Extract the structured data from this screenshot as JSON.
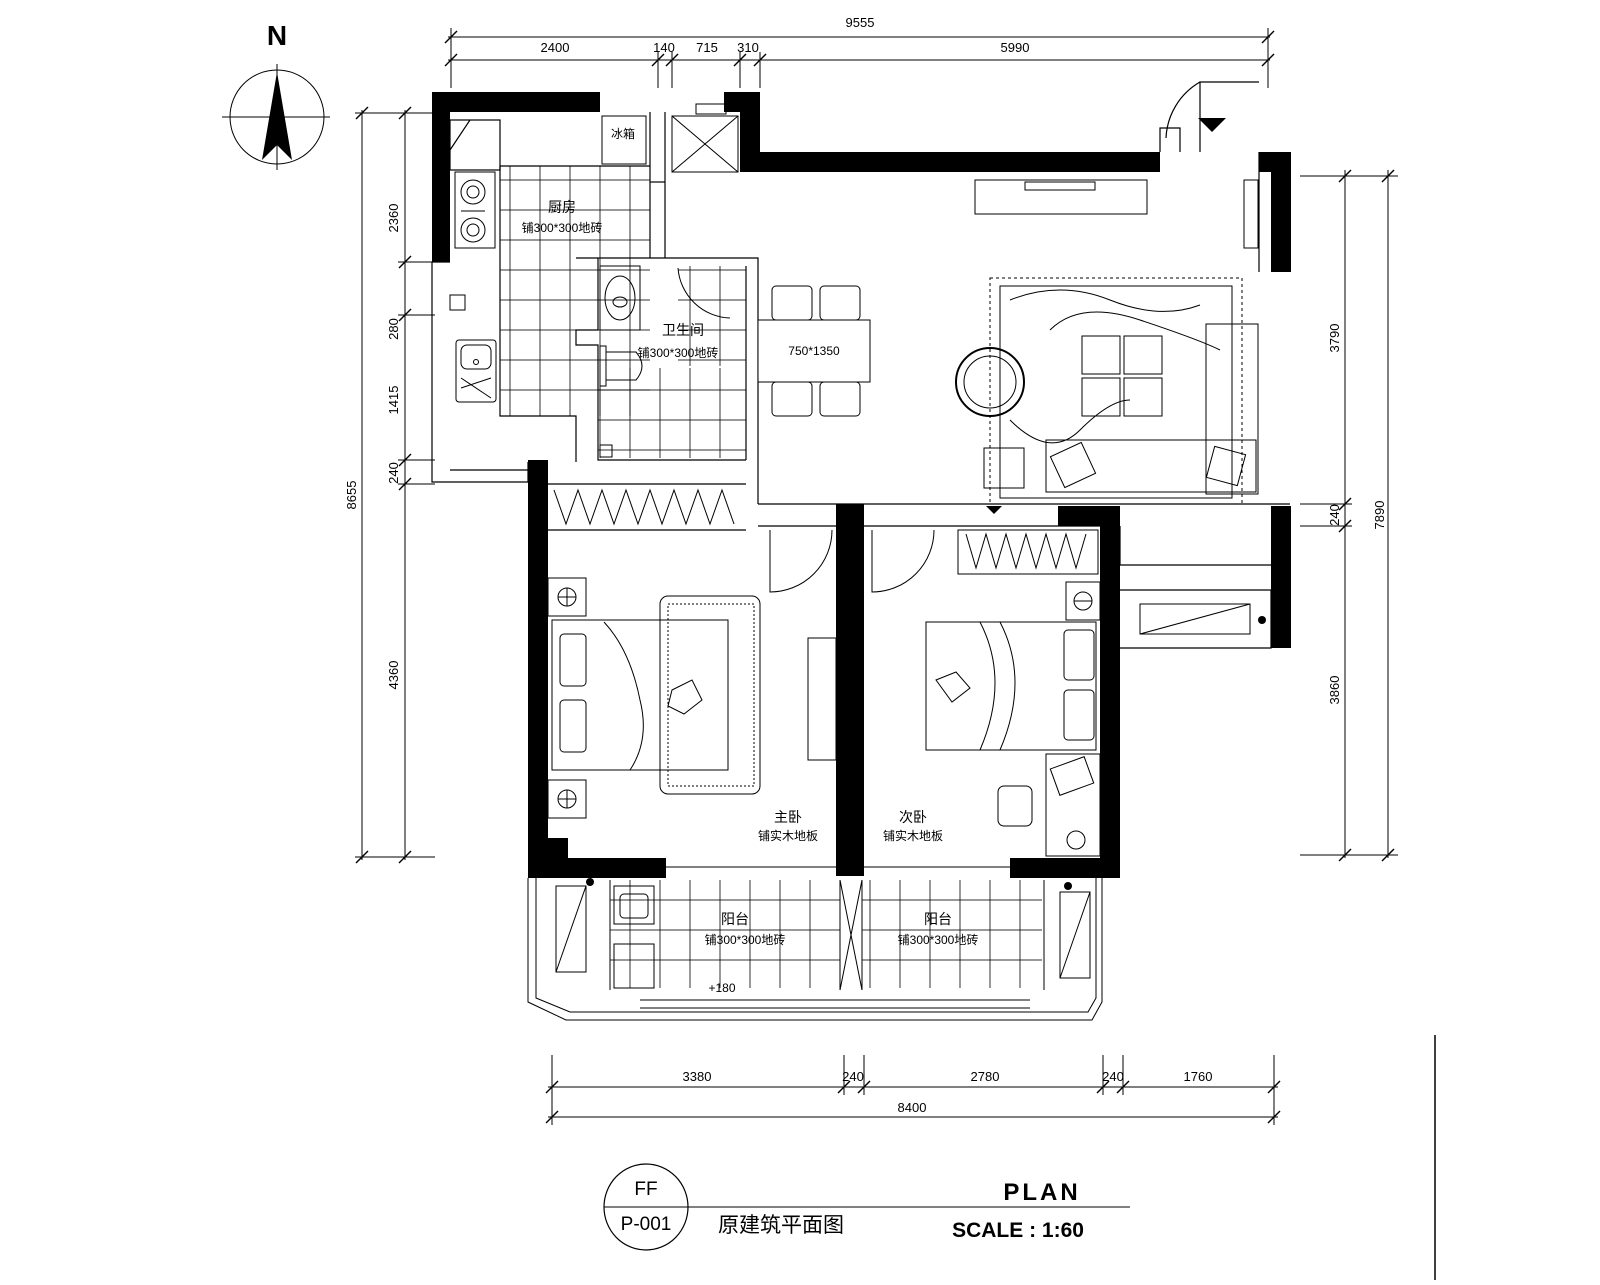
{
  "compass": {
    "north_label": "N"
  },
  "dimensions": {
    "top_total": "9555",
    "top_segments": [
      "2400",
      "140",
      "715",
      "310",
      "5990"
    ],
    "left_total": "8655",
    "left_segments": [
      "2360",
      "280",
      "1415",
      "240",
      "4360"
    ],
    "right_total": "7890",
    "right_segments": [
      "3790",
      "240",
      "3860"
    ],
    "bottom_segments": [
      "3380",
      "240",
      "2780",
      "240",
      "1760"
    ],
    "bottom_total": "8400"
  },
  "rooms": {
    "kitchen": {
      "name": "厨房",
      "floor": "铺300*300地砖"
    },
    "fridge": {
      "name": "冰箱"
    },
    "bathroom": {
      "name": "卫生间",
      "floor": "铺300*300地砖"
    },
    "dining_table": {
      "size": "750*1350"
    },
    "master_bedroom": {
      "name": "主卧",
      "floor": "铺实木地板"
    },
    "second_bedroom": {
      "name": "次卧",
      "floor": "铺实木地板"
    },
    "balcony_left": {
      "name": "阳台",
      "floor": "铺300*300地砖"
    },
    "balcony_right": {
      "name": "阳台",
      "floor": "铺300*300地砖"
    },
    "balcony_level": "+180"
  },
  "title_block": {
    "code_top": "FF",
    "code_bottom": "P-001",
    "drawing_name": "原建筑平面图",
    "plan_label": "PLAN",
    "scale_label": "SCALE :  1:60"
  }
}
